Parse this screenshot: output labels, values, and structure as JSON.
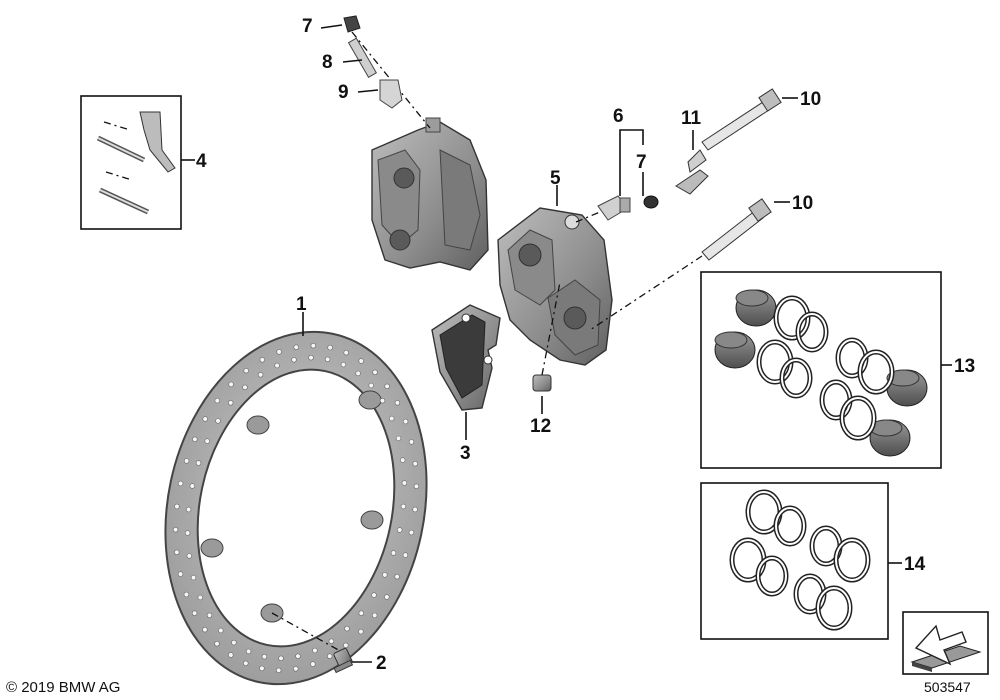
{
  "callouts": {
    "c1": "1",
    "c2": "2",
    "c3": "3",
    "c4": "4",
    "c5": "5",
    "c6": "6",
    "c7a": "7",
    "c7b": "7",
    "c8": "8",
    "c9": "9",
    "c10a": "10",
    "c10b": "10",
    "c11": "11",
    "c12": "12",
    "c13": "13",
    "c14": "14"
  },
  "footer": {
    "copyright": "© 2019 BMW AG",
    "diagram_number": "503547"
  },
  "icons": {
    "direction": "arrow-icon"
  },
  "colors": {
    "part_fill": "#a6a6a6",
    "part_dark": "#6e6e6e",
    "line": "#111111",
    "background": "#ffffff"
  }
}
